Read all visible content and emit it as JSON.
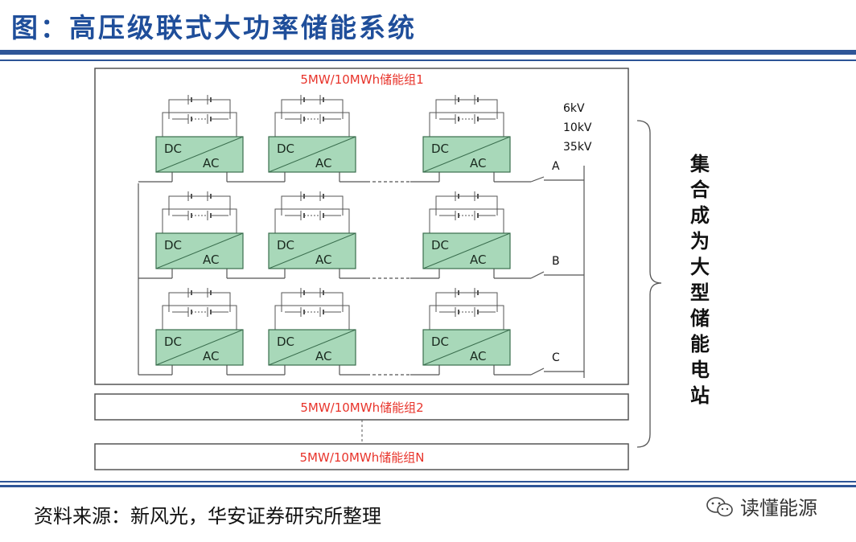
{
  "title": "图：高压级联式大功率储能系统",
  "groups": {
    "group1": "5MW/10MWh储能组1",
    "group2": "5MW/10MWh储能组2",
    "groupN": "5MW/10MWh储能组N"
  },
  "converter": {
    "dc": "DC",
    "ac": "AC"
  },
  "voltages": [
    "6kV",
    "10kV",
    "35kV"
  ],
  "phases": [
    "A",
    "B",
    "C"
  ],
  "station_label": [
    "集",
    "合",
    "成",
    "为",
    "大",
    "型",
    "储",
    "能",
    "电",
    "站"
  ],
  "source": "资料来源：新风光，华安证券研究所整理",
  "watermark": "读懂能源",
  "colors": {
    "accent": "#2e5597",
    "group_label": "#e8342b",
    "converter_fill": "#a8d8b9",
    "converter_stroke": "#3a6e4e"
  }
}
